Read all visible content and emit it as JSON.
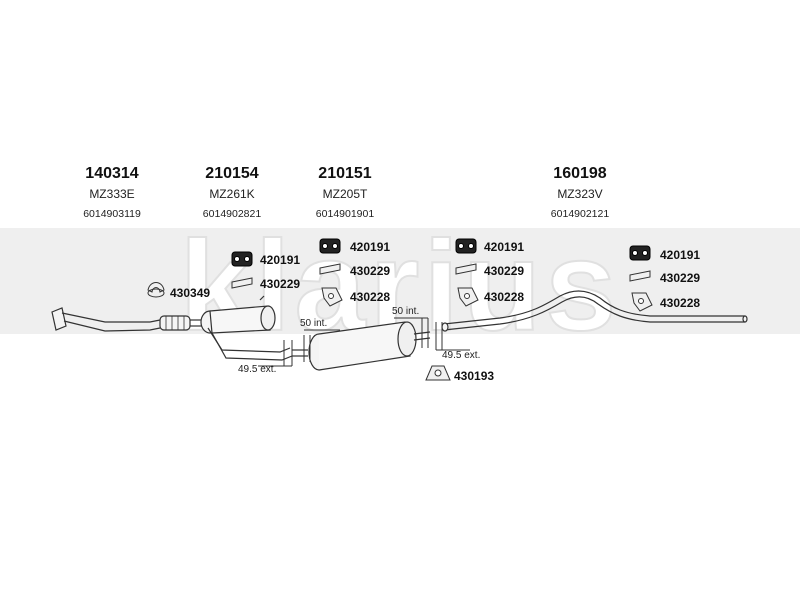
{
  "watermark": "klarius",
  "parts": [
    {
      "number": "140314",
      "code": "MZ333E",
      "oe": "6014903119"
    },
    {
      "number": "210154",
      "code": "MZ261K",
      "oe": "6014902821"
    },
    {
      "number": "210151",
      "code": "MZ205T",
      "oe": "6014901901"
    },
    {
      "number": "160198",
      "code": "MZ323V",
      "oe": "6014902121"
    }
  ],
  "fittings": {
    "a": "430349",
    "b1": "420191",
    "b2": "430229",
    "c1": "420191",
    "c2": "430229",
    "c3": "430228",
    "d1": "420191",
    "d2": "430229",
    "d3": "430228",
    "e1": "420191",
    "e2": "430229",
    "e3": "430228",
    "f": "430193"
  },
  "dimensions": {
    "ext1": "49.5 ext.",
    "int1": "50 int.",
    "int2": "50 int.",
    "ext2": "49.5 ext."
  }
}
